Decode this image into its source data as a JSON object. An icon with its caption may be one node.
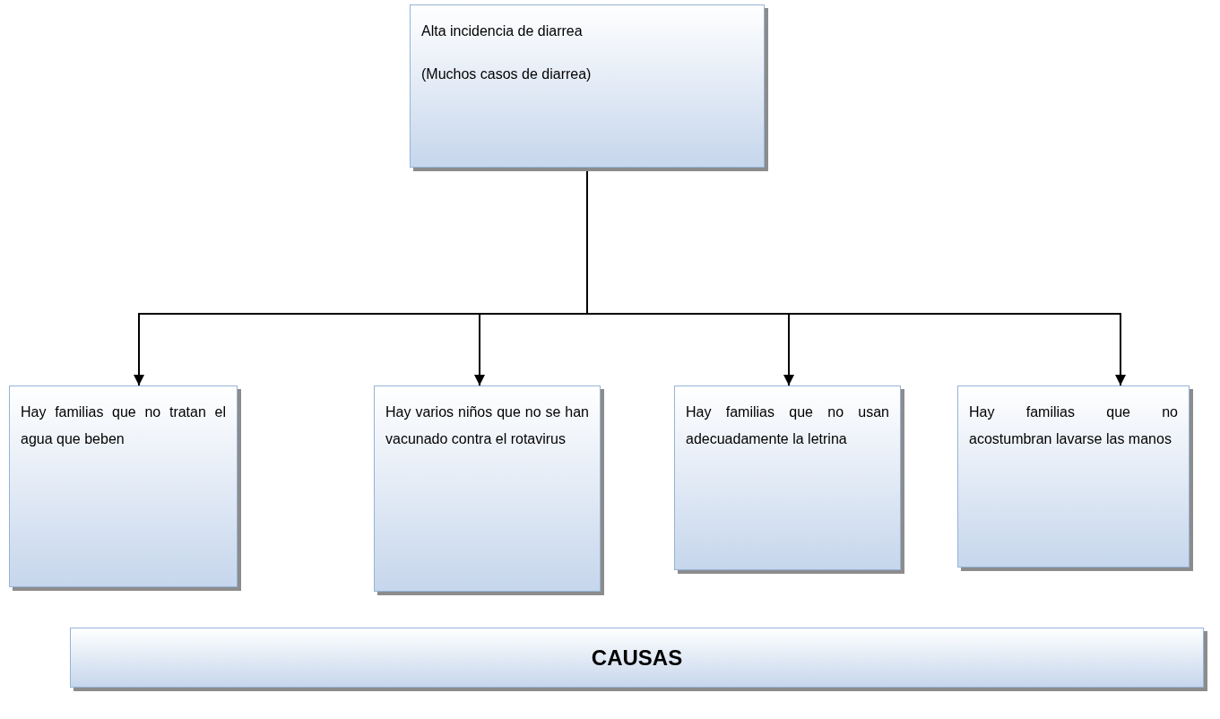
{
  "diagram": {
    "nodes": [
      {
        "text": [
          "Alta incidencia de diarrea",
          "(Muchos casos de diarrea)"
        ]
      },
      {
        "text": [
          "Hay familias que no tratan el agua que beben"
        ]
      },
      {
        "text": [
          "Hay varios niños que no se han vacunado contra el rotavirus"
        ]
      },
      {
        "text": [
          "Hay familias que no usan adecuadamente la letrina"
        ]
      },
      {
        "text": [
          "Hay familias que no acostumbran lavarse las manos"
        ]
      },
      {
        "text": [
          "CAUSAS"
        ]
      }
    ],
    "edges": [
      {
        "from": 0,
        "to": 1,
        "arrow": "to"
      },
      {
        "from": 0,
        "to": 2,
        "arrow": "to"
      },
      {
        "from": 0,
        "to": 3,
        "arrow": "to"
      },
      {
        "from": 0,
        "to": 4,
        "arrow": "to"
      }
    ]
  }
}
